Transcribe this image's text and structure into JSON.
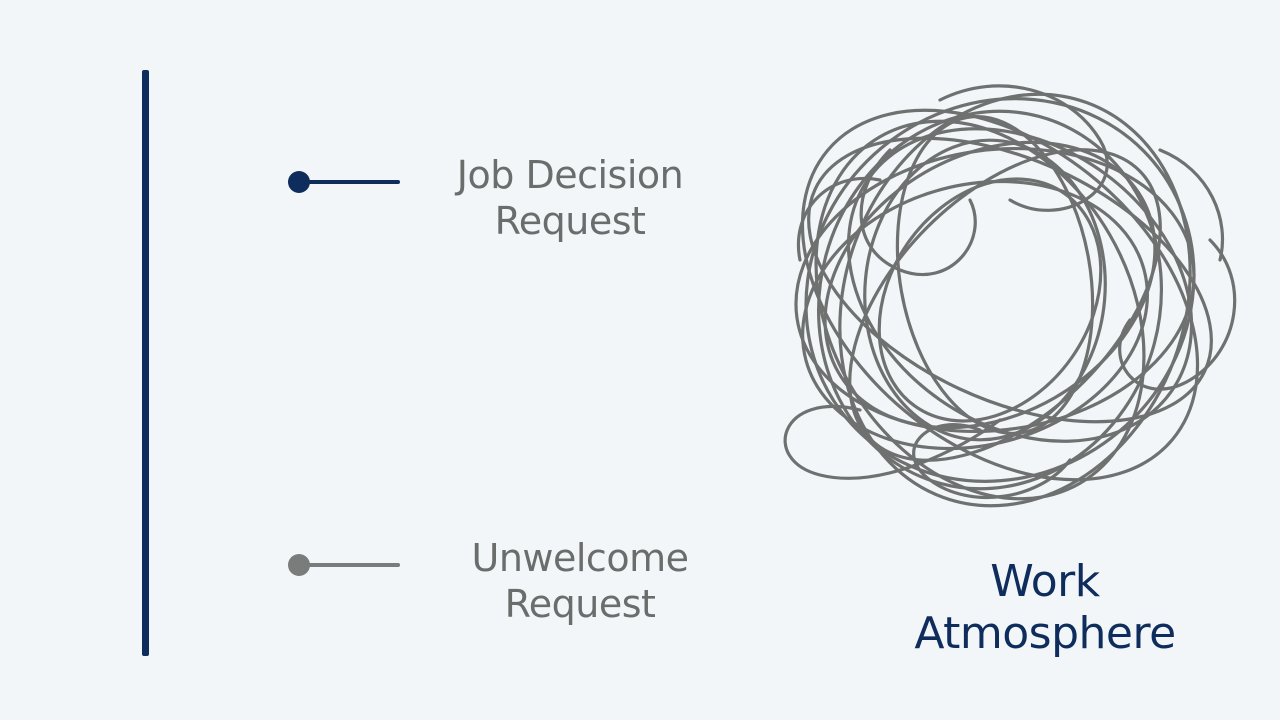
{
  "colors": {
    "background": "#f2f6f9",
    "navy": "#0f2d5c",
    "gray": "#7a7c7c",
    "label_text": "#6b6d6d",
    "scribble": "#6f7171"
  },
  "timeline": {
    "items": [
      {
        "line1": "Job Decision",
        "line2": "Request",
        "color": "#0f2d5c"
      },
      {
        "line1": "Unwelcome",
        "line2": "Request",
        "color": "#7a7c7c"
      }
    ]
  },
  "tangle": {
    "icon": "tangled-scribble-icon",
    "caption_line1": "Work",
    "caption_line2": "Atmosphere"
  }
}
